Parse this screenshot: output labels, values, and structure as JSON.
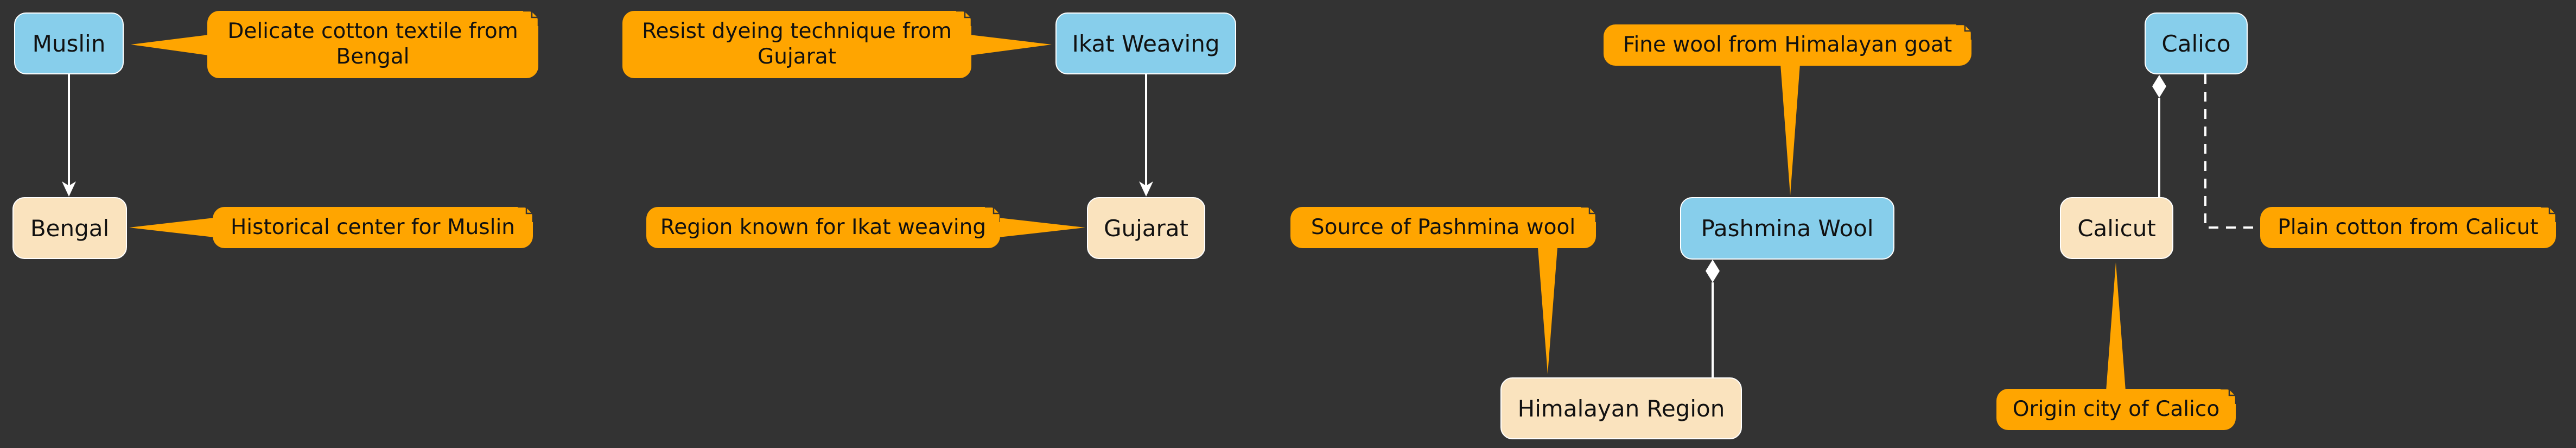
{
  "colors": {
    "background": "#333333",
    "textile_fill": "#87CEEB",
    "place_fill": "#FAE3BE",
    "note_fill": "#FFA500",
    "edge": "#FFFFFF",
    "text": "#111111"
  },
  "textiles": {
    "muslin": "Muslin",
    "ikat": "Ikat Weaving",
    "pashmina": "Pashmina Wool",
    "calico": "Calico"
  },
  "places": {
    "bengal": "Bengal",
    "gujarat": "Gujarat",
    "himalayan": "Himalayan Region",
    "calicut": "Calicut"
  },
  "notes": {
    "muslin_line1": "Delicate cotton textile from",
    "muslin_line2": "Bengal",
    "bengal": "Historical center for Muslin",
    "ikat_line1": "Resist dyeing technique from",
    "ikat_line2": "Gujarat",
    "gujarat": "Region known for Ikat weaving",
    "pashmina": "Fine wool from Himalayan goat",
    "himalayan": "Source of Pashmina wool",
    "calico": "Plain cotton from Calicut",
    "calicut": "Origin city of Calico"
  },
  "edges": [
    {
      "from": "Muslin",
      "to": "Bengal",
      "style": "arrow"
    },
    {
      "from": "Ikat Weaving",
      "to": "Gujarat",
      "style": "arrow"
    },
    {
      "from": "Pashmina Wool",
      "to": "Himalayan Region",
      "style": "composition"
    },
    {
      "from": "Calico",
      "to": "Calicut",
      "style": "composition"
    },
    {
      "from": "Calico",
      "to": "Plain cotton from Calicut",
      "style": "dashed"
    }
  ]
}
